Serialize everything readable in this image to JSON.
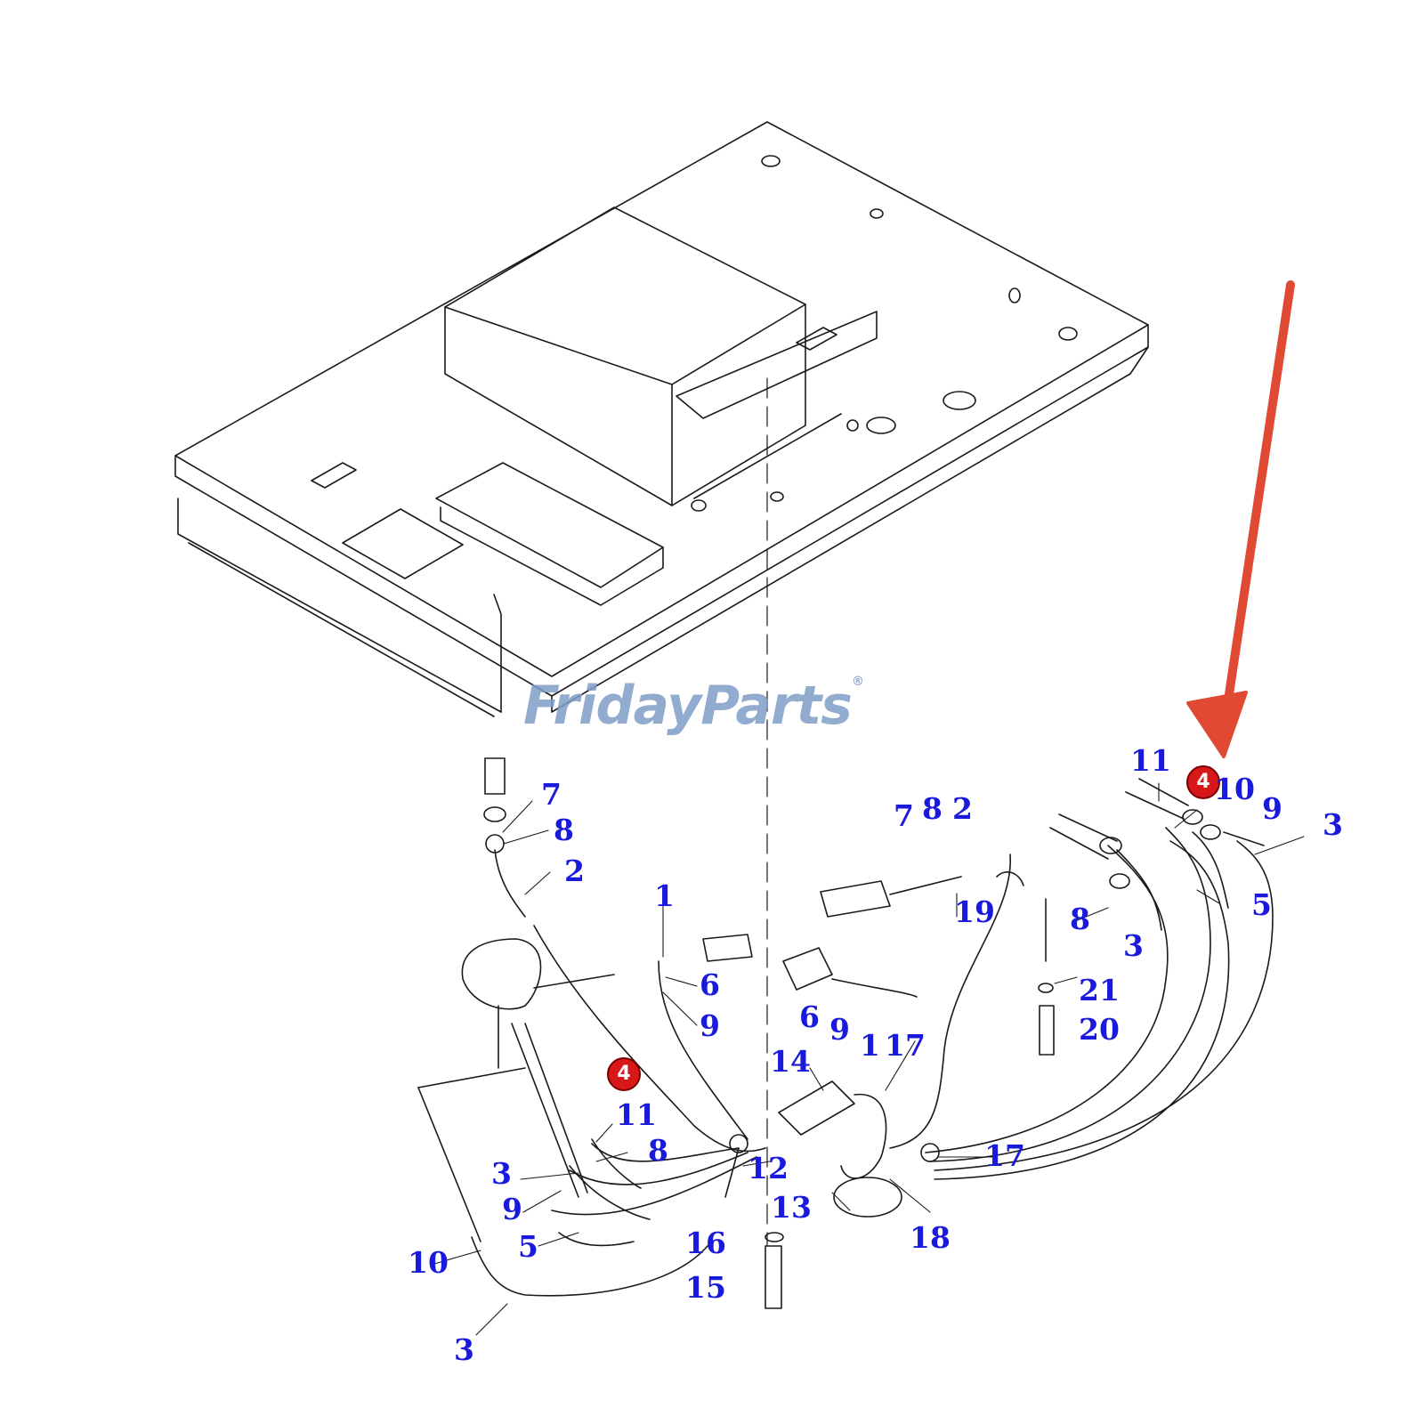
{
  "watermark": {
    "brand": "FridayParts",
    "registered_mark": "®",
    "accent_color": "#f2a33a",
    "text_color": "#7f9ec7"
  },
  "highlight": {
    "arrow_color": "#e04a33",
    "badge_color": "#d81818",
    "badge_label": "4"
  },
  "callout_color": "#1a1adc",
  "callouts": {
    "l_top_7": "7",
    "l_top_8": "8",
    "l_top_2": "2",
    "l_mid_1": "1",
    "l_mid_6": "6",
    "l_mid_9": "9",
    "l_11": "11",
    "l_8": "8",
    "l_3": "3",
    "l_9": "9",
    "l_5": "5",
    "l_10": "10",
    "l_3b": "3",
    "c_12": "12",
    "c_14": "14",
    "c_16": "16",
    "c_15": "15",
    "c_13": "13",
    "c_18": "18",
    "c_17a": "17",
    "c_17b": "17",
    "c_6": "6",
    "c_9": "9",
    "c_1": "1",
    "c_7": "7",
    "c_8": "8",
    "c_2": "2",
    "c_19": "19",
    "c_21": "21",
    "c_20": "20",
    "r_11": "11",
    "r_10": "10",
    "r_9": "9",
    "r_3a": "3",
    "r_8": "8",
    "r_3b": "3",
    "r_5": "5"
  }
}
